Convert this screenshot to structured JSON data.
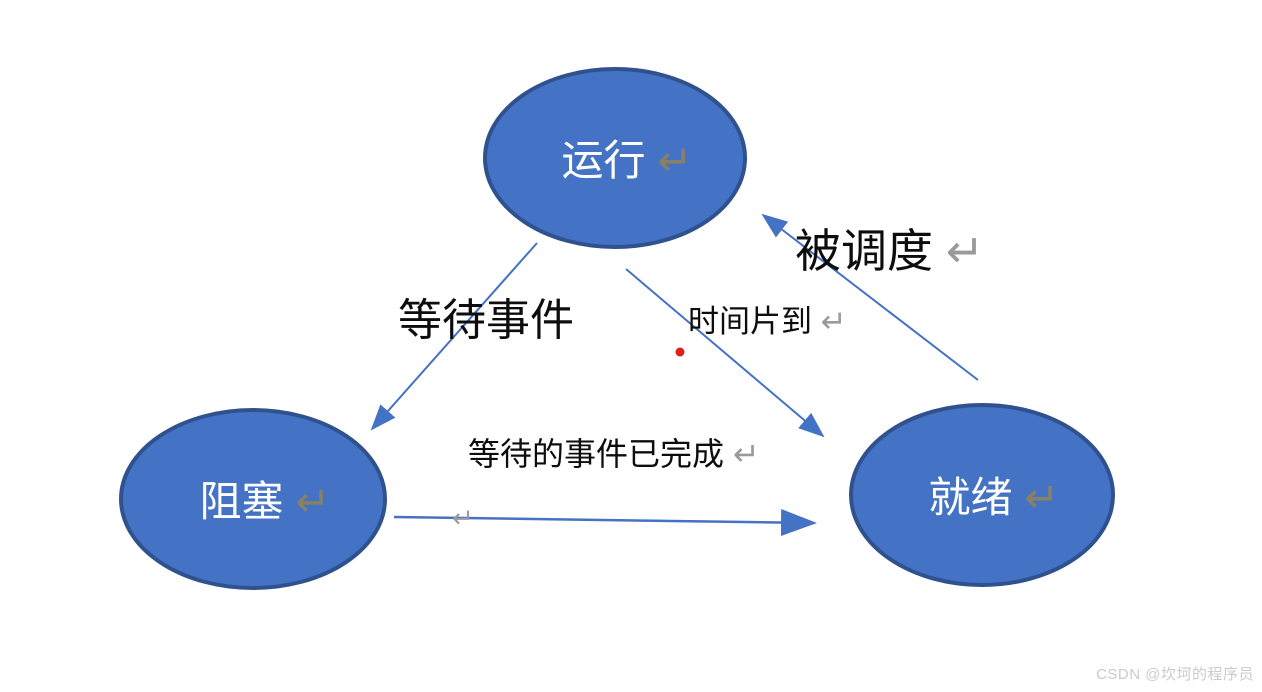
{
  "diagram": {
    "nodes": [
      {
        "id": "running",
        "label": "运行",
        "mark": "↵"
      },
      {
        "id": "blocked",
        "label": "阻塞",
        "mark": "↵"
      },
      {
        "id": "ready",
        "label": "就绪",
        "mark": "↵"
      }
    ],
    "edges": [
      {
        "id": "wait-event",
        "from": "running",
        "to": "blocked",
        "label": "等待事件",
        "mark": ""
      },
      {
        "id": "time-slice",
        "from": "running",
        "to": "ready",
        "label": "时间片到",
        "mark": "↵"
      },
      {
        "id": "scheduled",
        "from": "ready",
        "to": "running",
        "label": "被调度",
        "mark": "↵"
      },
      {
        "id": "event-completed",
        "from": "blocked",
        "to": "ready",
        "label": "等待的事件已完成",
        "mark": "↵"
      }
    ],
    "stray_paragraph_mark": "↵",
    "colors": {
      "node_fill": "#4472C4",
      "node_border": "#2F528F",
      "node_text": "#FFFFFF",
      "arrow": "#4472C4",
      "label_text": "#0d0d0d",
      "mark_on_white": "#9a9a9a",
      "mark_on_blue": "#8A8066",
      "red_dot": "#E02020",
      "watermark": "#CBCBCB"
    }
  },
  "watermark": {
    "text": "CSDN @坎坷的程序员"
  }
}
